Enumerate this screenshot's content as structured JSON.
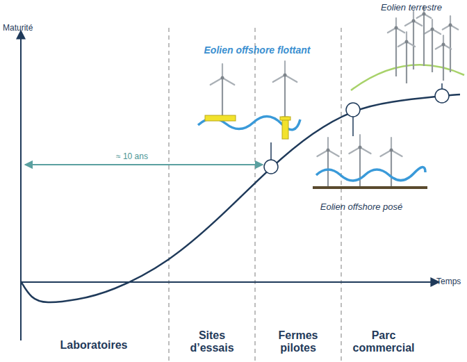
{
  "diagram": {
    "labels": [
      "Maturité",
      "Temps",
      "≈ 10 ans",
      "Eolien offshore flottant",
      "Eolien terrestre",
      "Eolien offshore posé",
      "Laboratoires",
      "Sites d’essais",
      "Fermes pilotes",
      "Parc commercial"
    ]
  }
}
